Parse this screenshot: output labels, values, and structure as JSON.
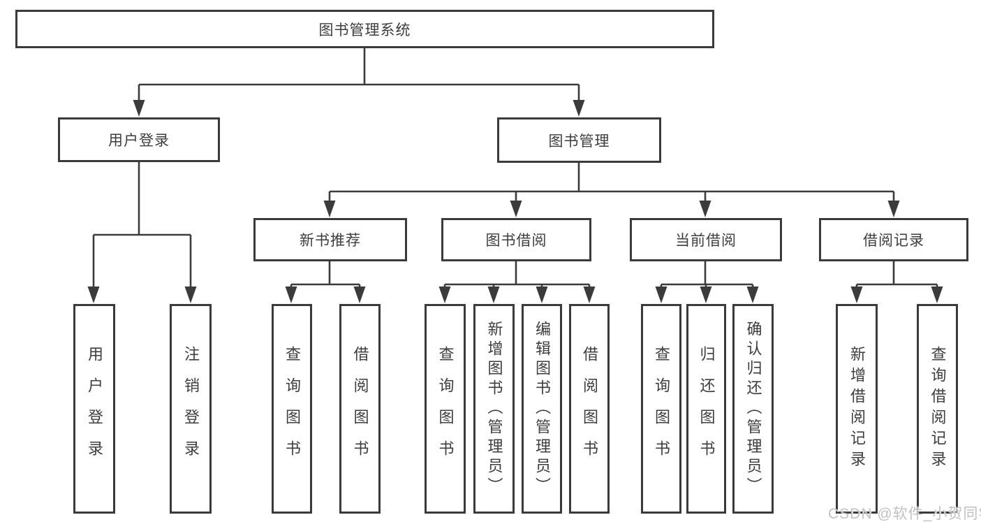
{
  "tree": {
    "label": "图书管理系统",
    "children": [
      {
        "label": "用户登录",
        "children": [
          {
            "label": "用户登录"
          },
          {
            "label": "注销登录"
          }
        ]
      },
      {
        "label": "图书管理",
        "children": [
          {
            "label": "新书推荐",
            "children": [
              {
                "label": "查询图书"
              },
              {
                "label": "借阅图书"
              }
            ]
          },
          {
            "label": "图书借阅",
            "children": [
              {
                "label": "查询图书"
              },
              {
                "label": "新增图书（管理员）"
              },
              {
                "label": "编辑图书（管理员）"
              },
              {
                "label": "借阅图书"
              }
            ]
          },
          {
            "label": "当前借阅",
            "children": [
              {
                "label": "查询图书"
              },
              {
                "label": "归还图书"
              },
              {
                "label": "确认归还（管理员）"
              }
            ]
          },
          {
            "label": "借阅记录",
            "children": [
              {
                "label": "新增借阅记录"
              },
              {
                "label": "查询借阅记录"
              }
            ]
          }
        ]
      }
    ]
  },
  "watermark": "CSDN @软件_小贺同学",
  "colors": {
    "line": "#3b3b3b",
    "box_border": "#3b3b3b",
    "text": "#3d3d3d",
    "watermark_text": "#c2c1c1",
    "background": "#ffffff"
  }
}
